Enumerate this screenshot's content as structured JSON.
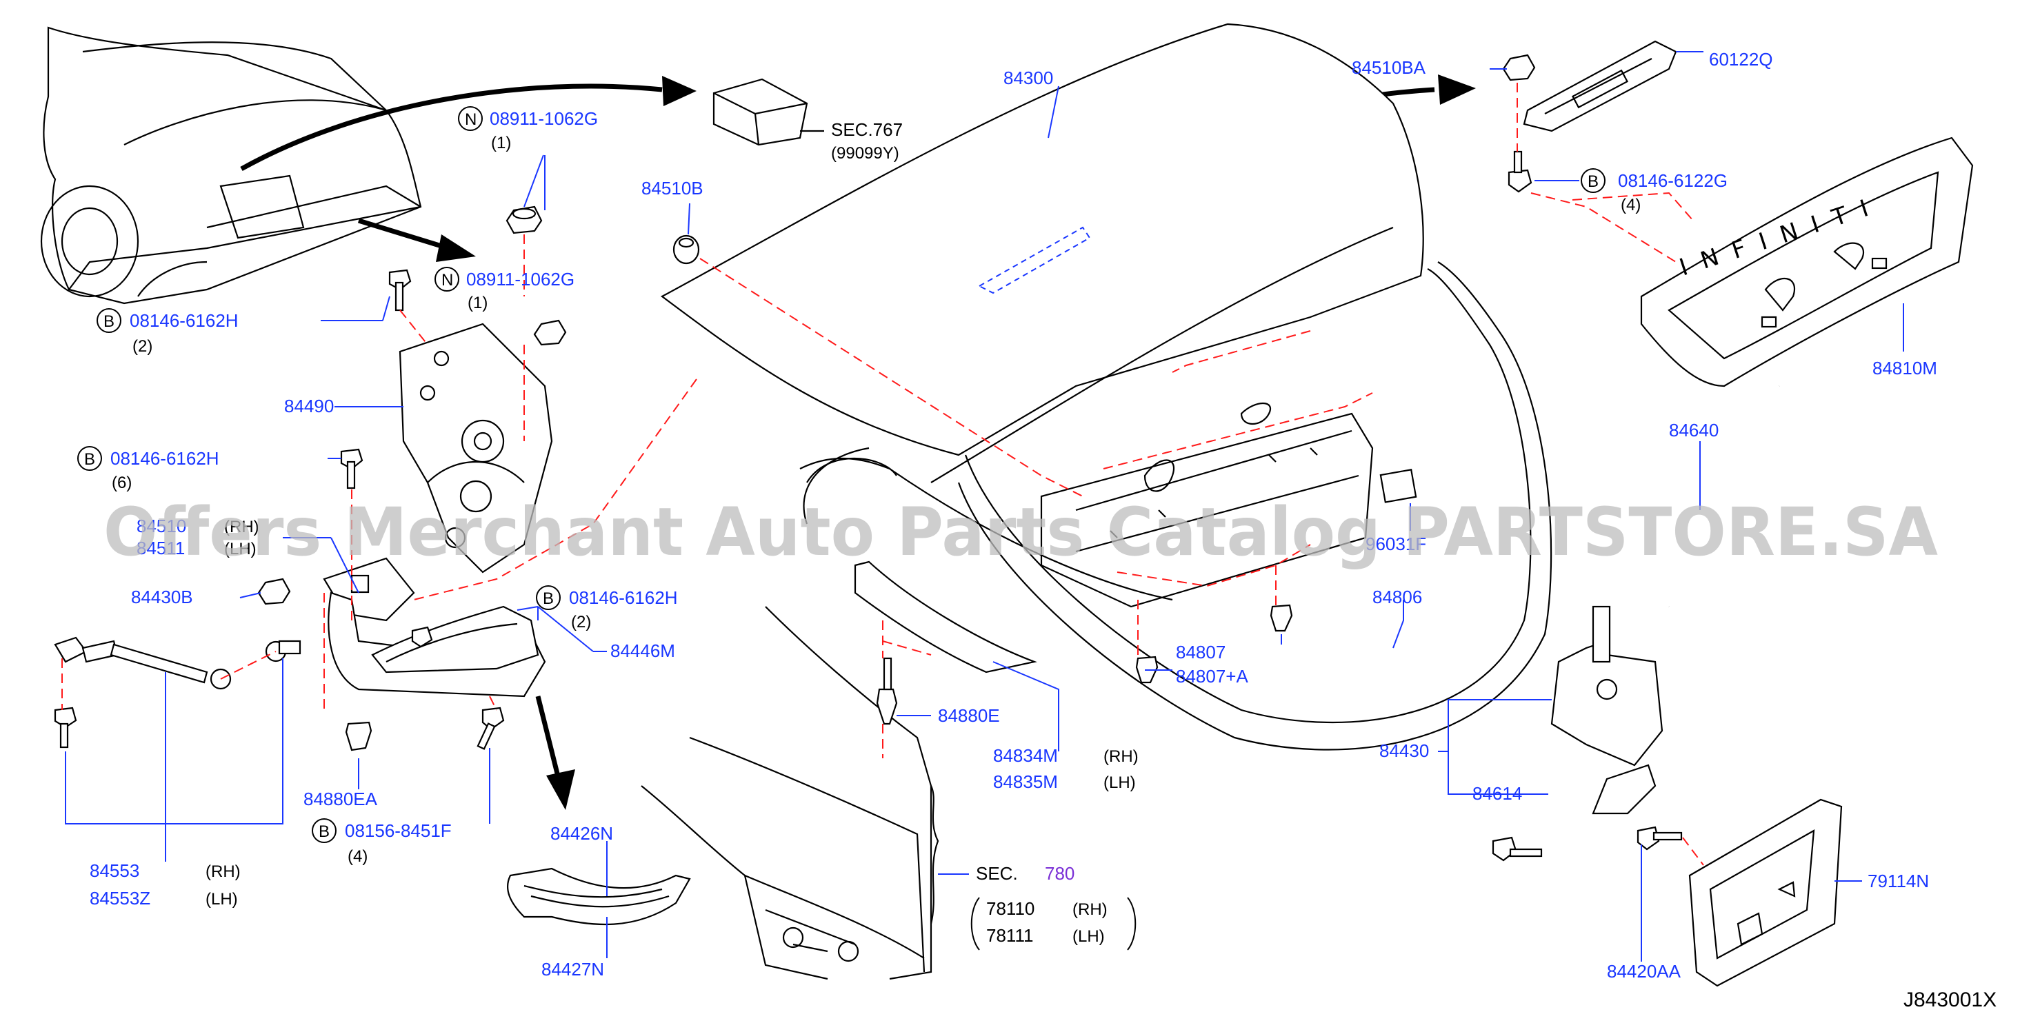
{
  "diagram_code": "J843001X",
  "watermark": "Offers Merchant Auto Parts Catalog PARTSTORE.SA",
  "colors": {
    "part_number": "#1a37ff",
    "text": "#000000",
    "section_ref_highlight": "#7a2fd6",
    "dashed_line": "#ff1a1a",
    "watermark": "#c9c9c9"
  },
  "labels": {
    "p84300": "84300",
    "p84510B": "84510B",
    "p84510BA": "84510BA",
    "p60122Q": "60122Q",
    "sec767": "SEC.767",
    "sec767_code": "(99099Y)",
    "n_fastener_1": {
      "marker": "N",
      "part": "08911-1062G",
      "qty": "(1)"
    },
    "n_fastener_2": {
      "marker": "N",
      "part": "08911-1062G",
      "qty": "(1)"
    },
    "b_bolt_top": {
      "marker": "B",
      "part": "08146-6162H",
      "qty": "(2)"
    },
    "b_bolt_mid": {
      "marker": "B",
      "part": "08146-6162H",
      "qty": "(6)"
    },
    "b_bolt_hinge": {
      "marker": "B",
      "part": "08146-6162H",
      "qty": "(2)"
    },
    "b_bolt_upper_right": {
      "marker": "B",
      "part": "08146-6122G",
      "qty": "(4)"
    },
    "b_bolt_lower": {
      "marker": "B",
      "part": "08156-8451F",
      "qty": "(4)"
    },
    "p84490": "84490",
    "p84510_rh": "84510",
    "p84511_lh": "84511",
    "rh": "(RH)",
    "lh": "(LH)",
    "p84430B": "84430B",
    "p84446M": "84446M",
    "p84553": "84553",
    "p84553Z": "84553Z",
    "p84880EA": "84880EA",
    "p84880E": "84880E",
    "p84426N": "84426N",
    "p84427N": "84427N",
    "p84834M": "84834M",
    "p84835M": "84835M",
    "sec780_prefix": "SEC.",
    "sec780_num": "780",
    "p78110": "78110",
    "p78111": "78111",
    "p84807": "84807",
    "p84807A": "84807+A",
    "p96031F": "96031F",
    "p84806": "84806",
    "p84430": "84430",
    "p84614": "84614",
    "p84420AA": "84420AA",
    "p79114N": "79114N",
    "p84640": "84640",
    "p84810M": "84810M",
    "emblem_text": "INFINITI"
  }
}
